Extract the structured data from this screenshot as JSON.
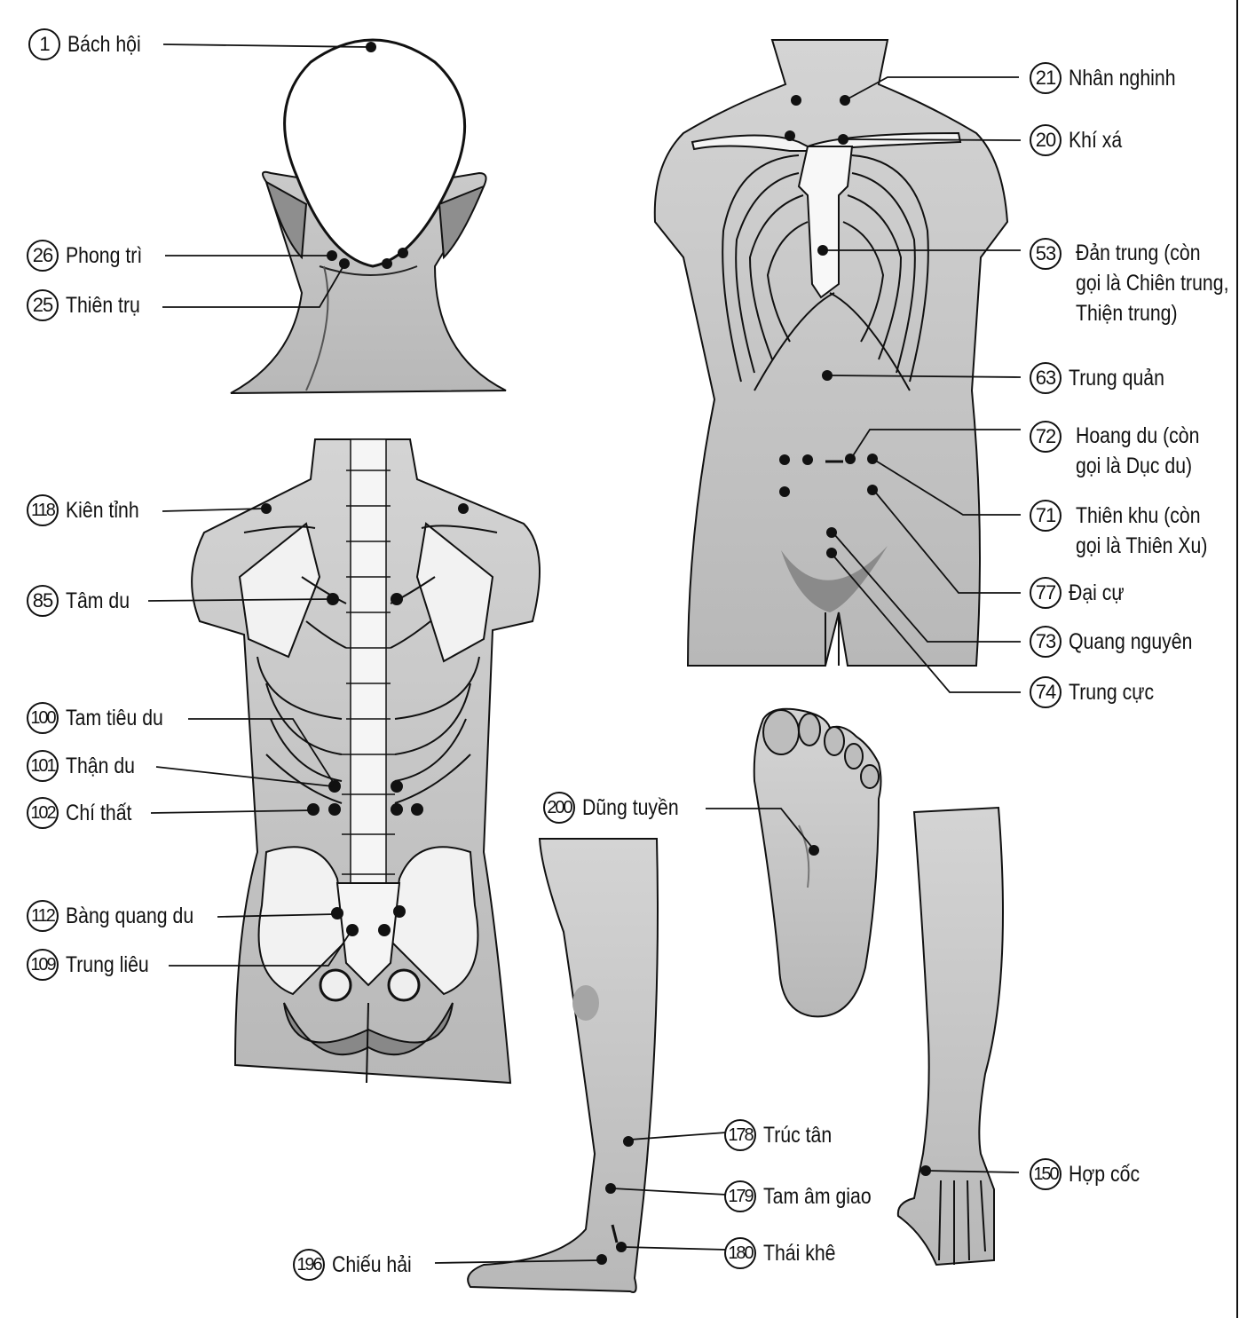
{
  "points": [
    {
      "num": "1",
      "name": "Bách hội"
    },
    {
      "num": "26",
      "name": "Phong trì"
    },
    {
      "num": "25",
      "name": "Thiên trụ"
    },
    {
      "num": "118",
      "name": "Kiên tỉnh"
    },
    {
      "num": "85",
      "name": "Tâm du"
    },
    {
      "num": "100",
      "name": "Tam tiêu du"
    },
    {
      "num": "101",
      "name": "Thận du"
    },
    {
      "num": "102",
      "name": "Chí thất"
    },
    {
      "num": "112",
      "name": "Bàng quang du"
    },
    {
      "num": "109",
      "name": "Trung liêu"
    },
    {
      "num": "21",
      "name": "Nhân nghinh"
    },
    {
      "num": "20",
      "name": "Khí xá"
    },
    {
      "num": "53",
      "name_lines": [
        "Đản trung (còn",
        "gọi là Chiên trung,",
        "Thiện trung)"
      ]
    },
    {
      "num": "63",
      "name": "Trung quản"
    },
    {
      "num": "72",
      "name_lines": [
        "Hoang du (còn",
        "gọi là Dục du)"
      ]
    },
    {
      "num": "71",
      "name_lines": [
        "Thiên khu (còn",
        "gọi là Thiên Xu)"
      ]
    },
    {
      "num": "77",
      "name": "Đại cự"
    },
    {
      "num": "73",
      "name": "Quang nguyên"
    },
    {
      "num": "74",
      "name": "Trung cực"
    },
    {
      "num": "200",
      "name": "Dũng tuyền"
    },
    {
      "num": "178",
      "name": "Trúc tân"
    },
    {
      "num": "179",
      "name": "Tam âm giao"
    },
    {
      "num": "180",
      "name": "Thái khê"
    },
    {
      "num": "196",
      "name": "Chiếu hải"
    },
    {
      "num": "150",
      "name": "Hợp cốc"
    }
  ],
  "colors": {
    "skin": "#c8c8c8",
    "skin_dark": "#9a9a9a",
    "bone": "#f4f4f4",
    "line": "#111111"
  }
}
